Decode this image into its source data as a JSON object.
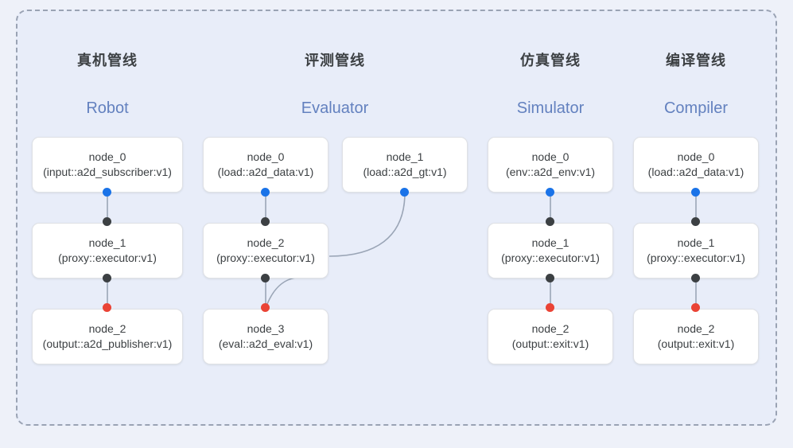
{
  "frame": {
    "name": "pipeline-overview",
    "border_color": "#9aa3b4",
    "background": "#e8edf9"
  },
  "palette": {
    "page_background": "#eef1f9",
    "node_background": "#ffffff",
    "node_border": "#dfe1e5",
    "title_color": "#3c4043",
    "subtitle_color": "#6381bf",
    "port_output": "#1a73e8",
    "port_input": "#3c4043",
    "port_terminal": "#ea4335",
    "edge_color": "#9aa5b6"
  },
  "columns": [
    {
      "id": "robot",
      "title": "真机管线",
      "subtitle": "Robot",
      "nodes": [
        {
          "name": "node_0",
          "type": "(input::a2d_subscriber:v1)"
        },
        {
          "name": "node_1",
          "type": "(proxy::executor:v1)"
        },
        {
          "name": "node_2",
          "type": "(output::a2d_publisher:v1)"
        }
      ]
    },
    {
      "id": "evaluator",
      "title": "评测管线",
      "subtitle": "Evaluator",
      "nodes": [
        {
          "name": "node_0",
          "type": "(load::a2d_data:v1)"
        },
        {
          "name": "node_1",
          "type": "(load::a2d_gt:v1)"
        },
        {
          "name": "node_2",
          "type": "(proxy::executor:v1)"
        },
        {
          "name": "node_3",
          "type": "(eval::a2d_eval:v1)"
        }
      ]
    },
    {
      "id": "simulator",
      "title": "仿真管线",
      "subtitle": "Simulator",
      "nodes": [
        {
          "name": "node_0",
          "type": "(env::a2d_env:v1)"
        },
        {
          "name": "node_1",
          "type": "(proxy::executor:v1)"
        },
        {
          "name": "node_2",
          "type": "(output::exit:v1)"
        }
      ]
    },
    {
      "id": "compiler",
      "title": "编译管线",
      "subtitle": "Compiler",
      "nodes": [
        {
          "name": "node_0",
          "type": "(load::a2d_data:v1)"
        },
        {
          "name": "node_1",
          "type": "(proxy::executor:v1)"
        },
        {
          "name": "node_2",
          "type": "(output::exit:v1)"
        }
      ]
    }
  ]
}
